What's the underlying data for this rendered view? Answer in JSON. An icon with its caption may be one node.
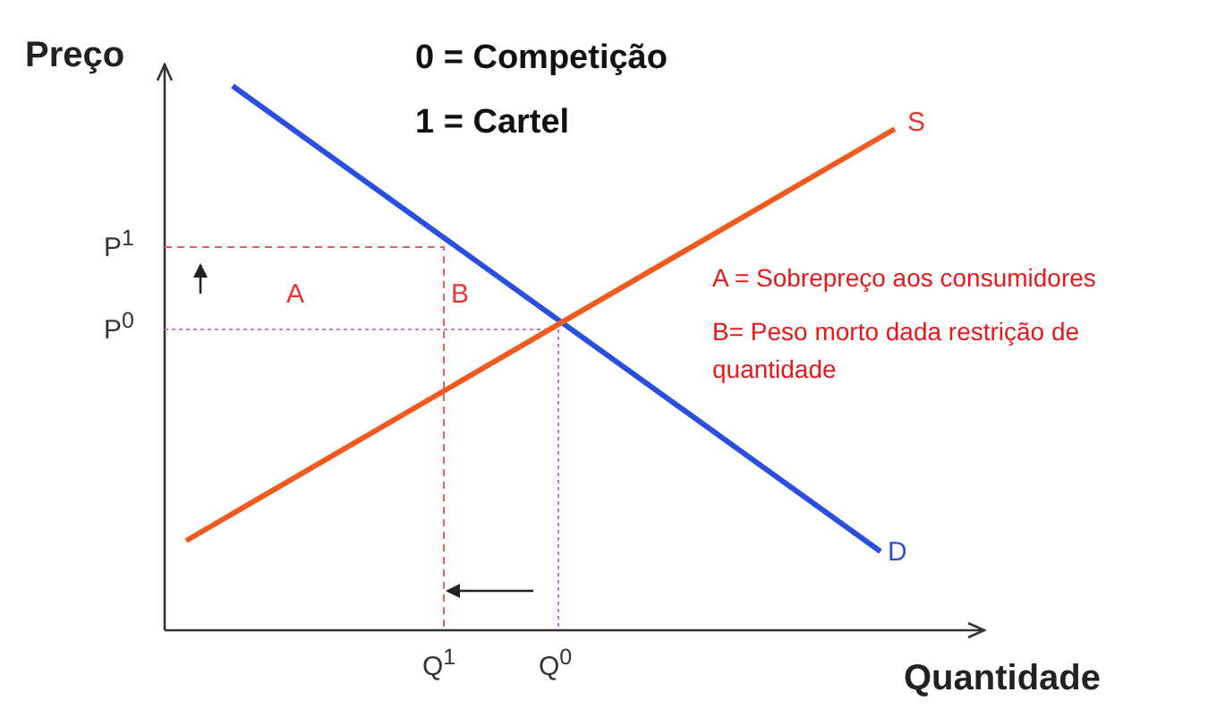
{
  "diagram": {
    "labels": [
      "Preço",
      "0 = Competição",
      "1 = Cartel",
      "S",
      "P$^{1}$",
      "P$^{0}$",
      "A",
      "B",
      "A = Sobrepreço aos consumidores",
      "B= Peso morto dada restrição de quantidade",
      "D",
      "Q$^{1}$",
      "Q$^{0}$",
      "Quantidade"
    ]
  }
}
